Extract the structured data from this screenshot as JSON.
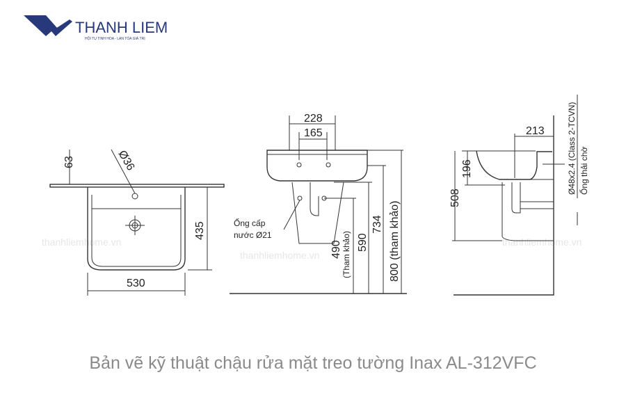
{
  "logo": {
    "name": "THANH LIEM",
    "tagline": "HỘI TỤ TINH HOA - LAN TỎA GIÁ TRỊ",
    "color": "#27397a"
  },
  "watermark": "thanhliemhome.vn",
  "front_view": {
    "dim_63": "63",
    "dim_hole": "Ø36",
    "dim_435": "435",
    "dim_530": "530"
  },
  "side_view": {
    "dim_228": "228",
    "dim_165": "165",
    "supply_label_1": "Ống cấp",
    "supply_label_2": "nước Ø21",
    "dim_490": "490",
    "dim_490_note": "(Tham khảo)",
    "dim_590": "590",
    "dim_734": "734",
    "dim_800": "800 (tham khảo)"
  },
  "profile_view": {
    "dim_213": "213",
    "dim_196": "196",
    "dim_508": "508",
    "drain_spec": "Ø48x2.4 (Class 2-TCVN)",
    "drain_label": "Ống thải chờ"
  },
  "caption": "Bản vẽ kỹ thuật chậu rửa mặt treo tường Inax AL-312VFC"
}
